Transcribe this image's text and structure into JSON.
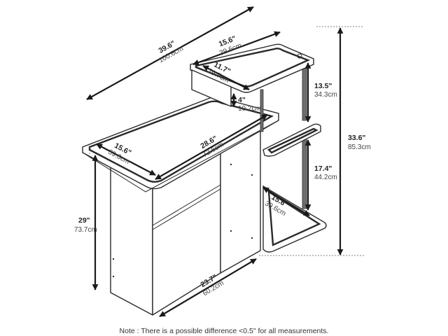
{
  "diagram": {
    "dimensions": {
      "overall_width": {
        "in": "39.6\"",
        "cm": "100.6cm"
      },
      "shelf_width": {
        "in": "15.6\"",
        "cm": "39.6cm"
      },
      "drawer_width": {
        "in": "11.7\"",
        "cm": "29.7cm"
      },
      "shelf_gap_top": {
        "in": "13.5\"",
        "cm": "34.3cm"
      },
      "drawer_height": {
        "in": "4\"",
        "cm": "10.2cm"
      },
      "overall_height": {
        "in": "33.6\"",
        "cm": "85.3cm"
      },
      "desk_width": {
        "in": "28.6\"",
        "cm": "72.6cm"
      },
      "desk_depth": {
        "in": "15.6\"",
        "cm": "39.6cm"
      },
      "shelf_gap_low": {
        "in": "17.4\"",
        "cm": "44.2cm"
      },
      "bottom_shelf": {
        "in": "15.6\"",
        "cm": "39.6cm"
      },
      "desk_height": {
        "in": "29\"",
        "cm": "73.7cm"
      },
      "base_width": {
        "in": "23.7\"",
        "cm": "60.2cm"
      }
    },
    "note": "Note : There is a possible difference <0.5\" for all measurements."
  }
}
